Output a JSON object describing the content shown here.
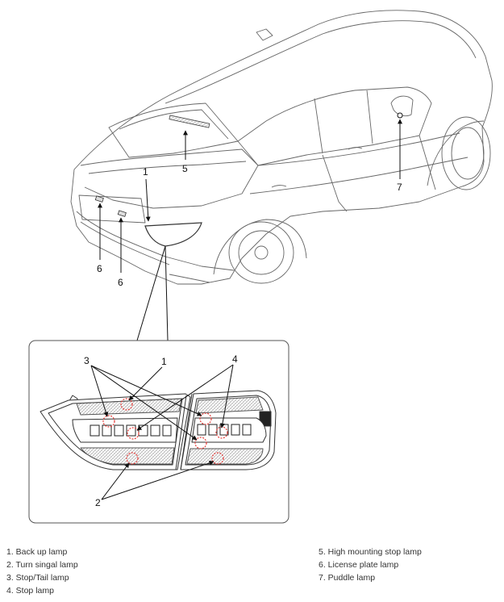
{
  "callouts": {
    "c1_car": "1",
    "c5_car": "5",
    "c6a_car": "6",
    "c6b_car": "6",
    "c7_car": "7",
    "c3_inset": "3",
    "c1_inset": "1",
    "c4_inset": "4",
    "c2_inset": "2"
  },
  "legend": {
    "left": [
      "1. Back up lamp",
      "2. Turn singal lamp",
      "3. Stop/Tail lamp",
      "4. Stop lamp"
    ],
    "right": [
      "5. High mounting stop lamp",
      "6. License plate lamp",
      "7. Puddle lamp"
    ]
  },
  "colors": {
    "outline": "#555555",
    "callout_circle": "#e53935",
    "lamp_hatch": "#9a9a9a"
  }
}
